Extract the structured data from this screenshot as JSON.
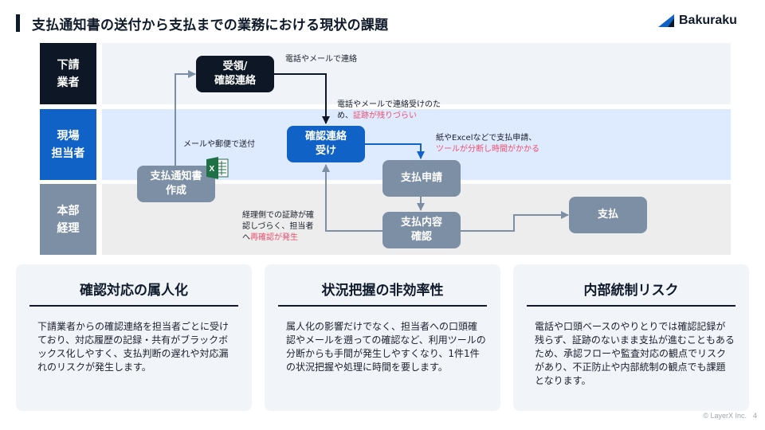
{
  "header": {
    "title": "支払通知書の送付から支払までの業務における現状の課題",
    "brand": "Bakuraku",
    "brand_color": "#1062c6"
  },
  "lanes": [
    {
      "label": "下請\n業者",
      "color": "#0d1726"
    },
    {
      "label": "現場\n担当者",
      "color": "#1062c6"
    },
    {
      "label": "本部\n経理",
      "color": "#7d8fa5"
    }
  ],
  "nodes": {
    "receive_confirm": "受領/\n確認連絡",
    "confirm_receive": "確認連絡\n受け",
    "create_notice": "支払通知書\n作成",
    "payment_request": "支払申請",
    "content_check": "支払内容\n確認",
    "payment": "支払"
  },
  "annotations": {
    "phone_mail_contact": "電話やメールで連絡",
    "mail_post_send": "メールや郵便で送付",
    "evidence_note": "電話やメールで連絡受けのた\nめ、",
    "evidence_note_red": "証跡が残りづらい",
    "excel_note": "紙やExcelなどで支払申請、",
    "excel_note_red": "ツールが分断し時間がかかる",
    "recheck_note": "経理側での証跡が確\n認しづらく、担当者\nへ",
    "recheck_note_red": "再確認が発生"
  },
  "icons": {
    "excel": "excel-file-icon"
  },
  "cards": [
    {
      "title": "確認対応の属人化",
      "body": "下請業者からの確認連絡を担当者ごとに受けており、対応履歴の記録・共有がブラックボックス化しやすく、支払判断の遅れや対応漏れのリスクが発生します。"
    },
    {
      "title": "状況把握の非効率性",
      "body": "属人化の影響だけでなく、担当者への口頭確認やメールを遡っての確認など、利用ツールの分断からも手間が発生しやすくなり、1件1件の状況把握や処理に時間を要します。"
    },
    {
      "title": "内部統制リスク",
      "body": "電話や口頭ベースのやりとりでは確認記録が残らず、証跡のないまま支払が進むこともあるため、承認フローや監査対応の観点でリスクがあり、不正防止や内部統制の観点でも課題となります。"
    }
  ],
  "footer": {
    "copyright": "© LayerX Inc.",
    "page_number": "4"
  },
  "colors": {
    "accent_red": "#ef4e6e",
    "dark": "#0d1726",
    "blue": "#1062c6",
    "gray": "#7d8fa5"
  }
}
